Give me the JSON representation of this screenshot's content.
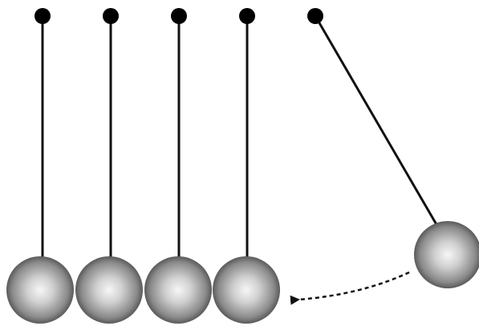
{
  "diagram": {
    "subject": "newtons-cradle",
    "ball_count": 5,
    "resting_balls": 4,
    "raised_balls": 1,
    "motion_arrow": "dashed",
    "colors": {
      "background": "#ffffff",
      "string": "#111111",
      "pivot": "#000000",
      "ball_highlight": "#f4f4f4",
      "ball_mid": "#b8b8b8",
      "ball_shadow": "#4a4a4a",
      "arrow": "#111111"
    }
  }
}
